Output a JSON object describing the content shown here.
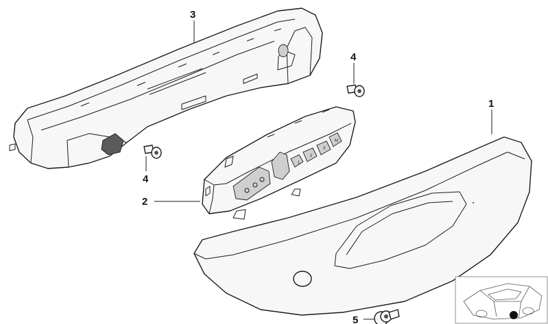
{
  "callouts": [
    {
      "id": "part-1",
      "label": "1"
    },
    {
      "id": "part-2",
      "label": "2"
    },
    {
      "id": "part-3",
      "label": "3"
    },
    {
      "id": "part-4-top",
      "label": "4"
    },
    {
      "id": "part-4-left",
      "label": "4"
    },
    {
      "id": "part-5",
      "label": "5"
    }
  ],
  "icons": {
    "location_marker": "filled-dot",
    "vehicle_thumbnail": "car-outline"
  }
}
